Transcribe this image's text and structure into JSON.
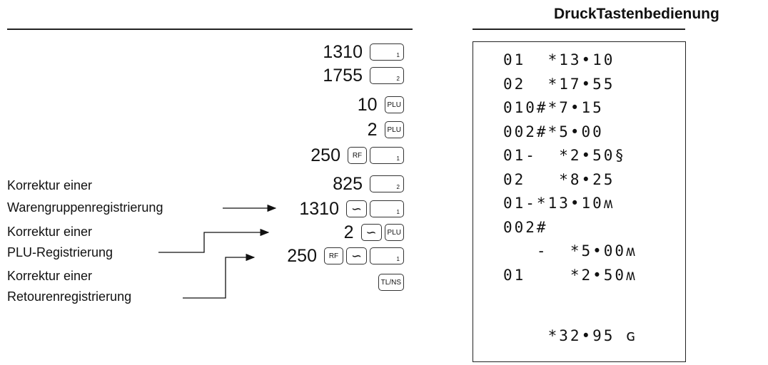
{
  "header": {
    "title": "DruckTastenbedienung"
  },
  "keys": {
    "dept1_sub": "1",
    "dept2_sub": "2",
    "plu": "PLU",
    "rf": "RF",
    "void": "∽",
    "tlns": "TL/NS"
  },
  "sequence": [
    {
      "value": "1310"
    },
    {
      "value": "1755"
    },
    {
      "value": "10"
    },
    {
      "value": "2"
    },
    {
      "value": "250"
    },
    {
      "value": "825"
    },
    {
      "value": "1310"
    },
    {
      "value": "2"
    },
    {
      "value": "250"
    }
  ],
  "annotations": [
    {
      "line1": "Korrektur einer",
      "line2": "Warengruppenregistrierung"
    },
    {
      "line1": "Korrektur einer",
      "line2": "PLU-Registrierung"
    },
    {
      "line1": "Korrektur einer",
      "line2": "Retourenregistrierung"
    }
  ],
  "receipt": {
    "lines": [
      "01  *13•10",
      "02  *17•55",
      "010#*7•15",
      "002#*5•00",
      "01-  *2•50§",
      "02   *8•25",
      "01-*13•10ʍ",
      "002#",
      "   -  *5•00ʍ",
      "01    *2•50ʍ",
      "",
      "    *32•95 ɢ"
    ]
  }
}
